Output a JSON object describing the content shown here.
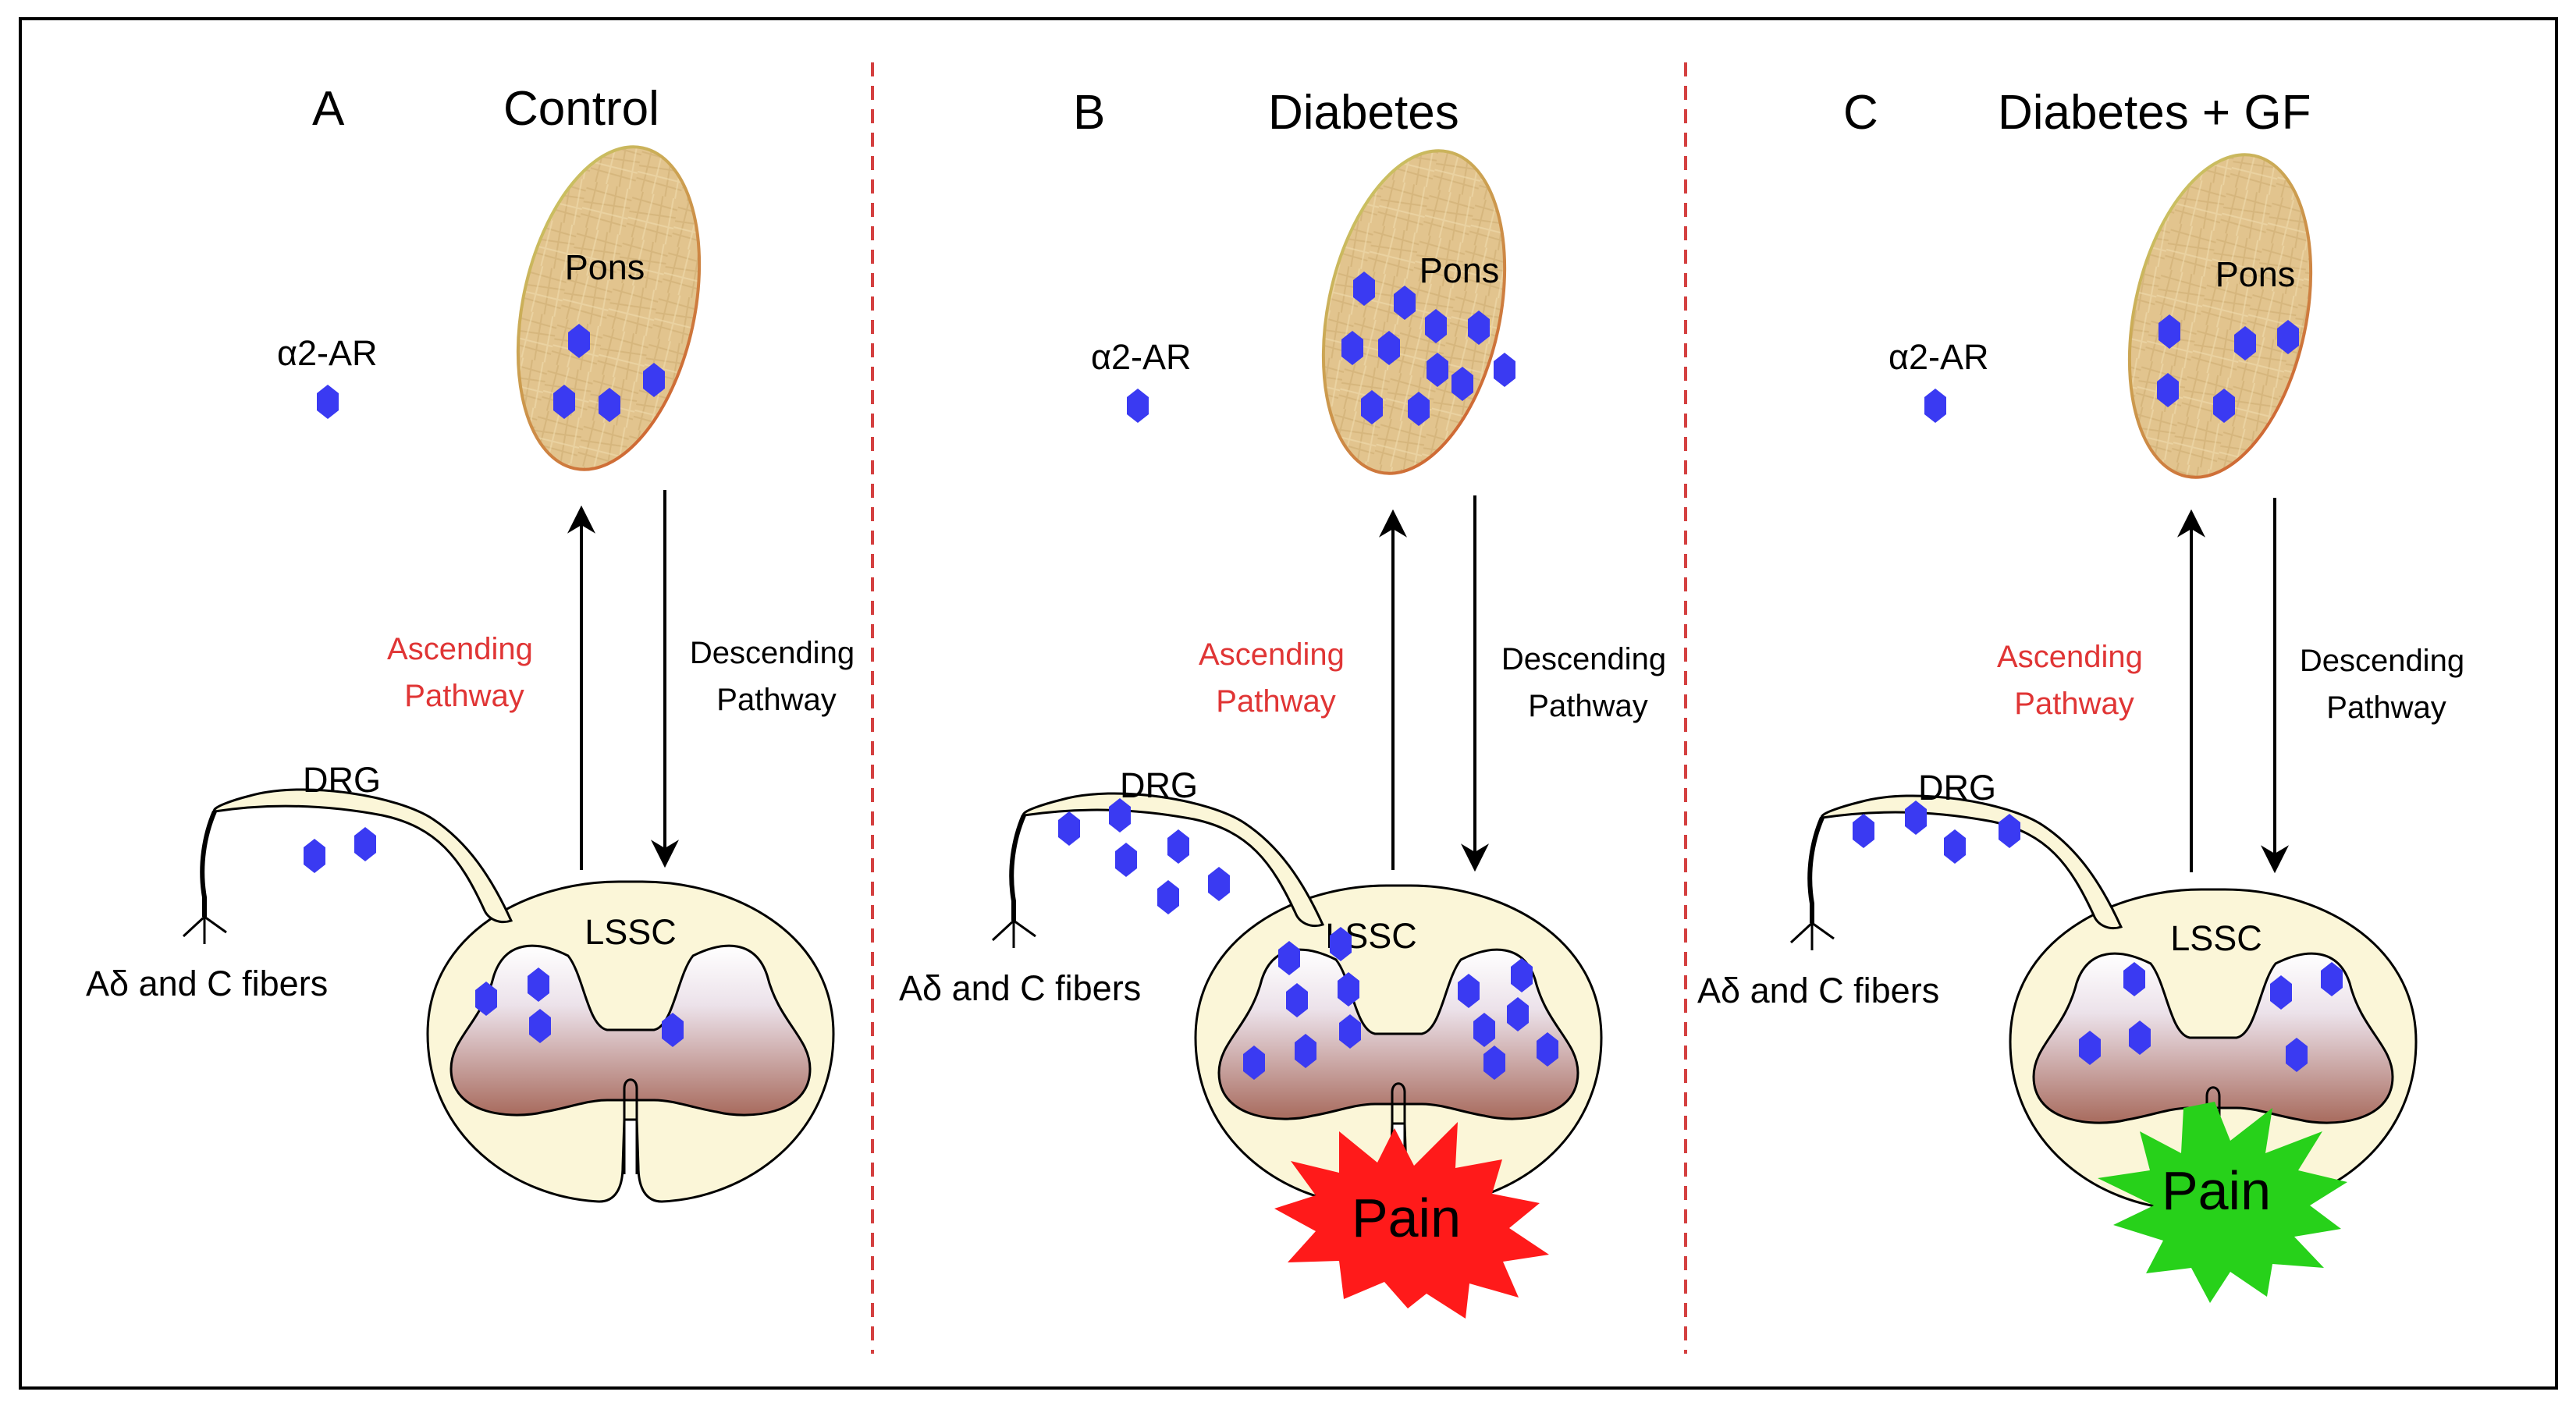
{
  "colors": {
    "receptor": "#3a3af2",
    "dashed_divider": "#d44040",
    "ascending_text": "#e03535",
    "pain_diabetes": "#ff1a1a",
    "pain_gf": "#27d11a",
    "pons_fill": "#e2c48e",
    "cord_fill": "#fbf6d8",
    "gray_matter": "#a86b5e"
  },
  "panels": [
    {
      "letter": "A",
      "title": "Control",
      "legend_label": "α2-AR",
      "pons_label": "Pons",
      "ascending_label": [
        "Ascending",
        "Pathway"
      ],
      "descending_label": [
        "Descending",
        "Pathway"
      ],
      "drg_label": "DRG",
      "fibers_label": "Aδ and C fibers",
      "lssc_label": "LSSC",
      "pain_label": null
    },
    {
      "letter": "B",
      "title": "Diabetes",
      "legend_label": "α2-AR",
      "pons_label": "Pons",
      "ascending_label": [
        "Ascending",
        "Pathway"
      ],
      "descending_label": [
        "Descending",
        "Pathway"
      ],
      "drg_label": "DRG",
      "fibers_label": "Aδ and C fibers",
      "lssc_label": "LSSC",
      "pain_label": "Pain"
    },
    {
      "letter": "C",
      "title": "Diabetes + GF",
      "legend_label": "α2-AR",
      "pons_label": "Pons",
      "ascending_label": [
        "Ascending",
        "Pathway"
      ],
      "descending_label": [
        "Descending",
        "Pathway"
      ],
      "drg_label": "DRG",
      "fibers_label": "Aδ and C fibers",
      "lssc_label": "LSSC",
      "pain_label": "Pain"
    }
  ]
}
